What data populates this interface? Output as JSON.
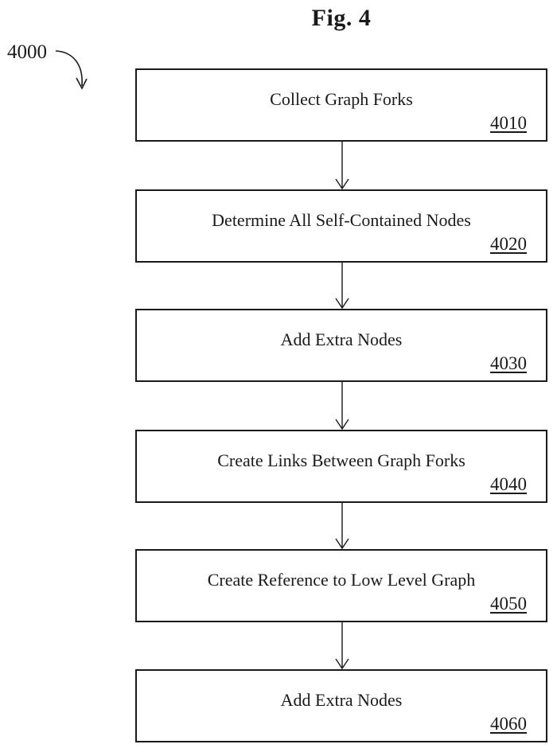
{
  "figure": {
    "title": "Fig. 4",
    "diagram_ref": "4000"
  },
  "steps": [
    {
      "label": "Collect Graph Forks",
      "ref": "4010"
    },
    {
      "label": "Determine All Self-Contained Nodes",
      "ref": "4020"
    },
    {
      "label": "Add Extra Nodes",
      "ref": "4030"
    },
    {
      "label": "Create Links Between Graph Forks",
      "ref": "4040"
    },
    {
      "label": "Create Reference to Low Level Graph",
      "ref": "4050"
    },
    {
      "label": "Add Extra Nodes",
      "ref": "4060"
    }
  ],
  "colors": {
    "line": "#1a1a1a",
    "background": "#ffffff",
    "text": "#1a1a1a"
  }
}
